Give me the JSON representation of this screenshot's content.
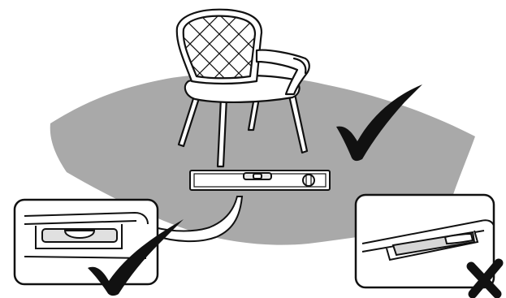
{
  "illustration": {
    "topic": "chair-on-level-floor-instruction",
    "colors": {
      "ink": "#111111",
      "floor": "#a9a9a9",
      "paper": "#ffffff",
      "bubble": "#d9d9d9"
    },
    "icons": {
      "main_check": "check-icon",
      "inset_left_check": "check-icon",
      "inset_right_cross": "cross-icon"
    },
    "insets": [
      {
        "name": "level-bubble-centered",
        "verdict": "correct"
      },
      {
        "name": "level-bubble-off-center",
        "verdict": "incorrect"
      }
    ]
  }
}
